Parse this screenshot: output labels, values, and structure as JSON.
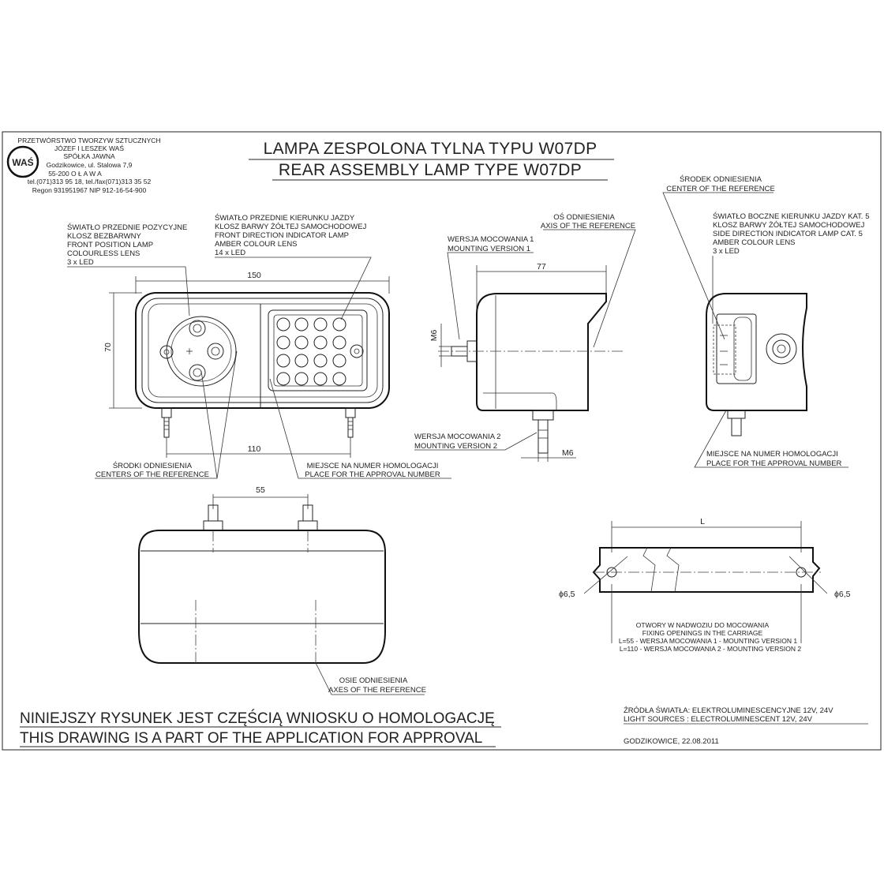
{
  "company": {
    "line1": "PRZETWÓRSTWO TWORZYW SZTUCZNYCH",
    "line2": "JÓZEF I LESZEK WAŚ",
    "line3": "SPÓŁKA JAWNA",
    "line4": "Godzikowice, ul. Stalowa 7,9",
    "line5": "55-200   O Ł A W A",
    "line6": "tel.(071)313 95 18, tel./fax(071)313 35 52",
    "line7": "Regon 931951967 NIP 912-16-54-900",
    "logo_text": "WAŚ"
  },
  "title": {
    "pl": "LAMPA ZESPOLONA TYLNA  TYPU W07DP",
    "en": "REAR ASSEMBLY LAMP TYPE W07DP"
  },
  "front_view": {
    "position_lamp": [
      "ŚWIATŁO PRZEDNIE POZYCYJNE",
      "KLOSZ BEZBARWNY",
      "FRONT POSITION LAMP",
      "COLOURLESS LENS",
      "3 x LED"
    ],
    "indicator_lamp": [
      "ŚWIATŁO PRZEDNIE KIERUNKU JAZDY",
      "KLOSZ BARWY ŻÓŁTEJ SAMOCHODOWEJ",
      "FRONT DIRECTION INDICATOR LAMP",
      "AMBER COLOUR LENS",
      "14 x LED"
    ],
    "dim_width": "150",
    "dim_height": "70",
    "dim_studs": "110",
    "centers_ref": [
      "ŚRODKI ODNIESIENIA",
      "CENTERS OF THE REFERENCE"
    ],
    "approval_place": [
      "MIEJSCE NA NUMER HOMOLOGACJI",
      "PLACE FOR THE APPROVAL NUMBER"
    ]
  },
  "side_view": {
    "axis_ref": [
      "OŚ ODNIESIENIA",
      "AXIS OF THE REFERENCE"
    ],
    "mount_v1": [
      "WERSJA MOCOWANIA 1",
      "MOUNTING VERSION 1"
    ],
    "mount_v2": [
      "WERSJA MOCOWANIA 2",
      "MOUNTING VERSION 2"
    ],
    "dim_depth": "77",
    "thread_m6_a": "M6",
    "thread_m6_b": "M6"
  },
  "right_view": {
    "center_ref": [
      "ŚRODEK ODNIESIENIA",
      "CENTER OF THE REFERENCE"
    ],
    "side_indicator": [
      "ŚWIATŁO BOCZNE KIERUNKU JAZDY KAT. 5",
      "KLOSZ BARWY ŻÓŁTEJ SAMOCHODOWEJ",
      "SIDE DIRECTION INDICATOR LAMP CAT. 5",
      "AMBER COLOUR LENS",
      "3 x LED"
    ],
    "approval_place": [
      "MIEJSCE NA NUMER HOMOLOGACJI",
      "PLACE FOR THE APPROVAL NUMBER"
    ]
  },
  "top_view": {
    "dim_studs": "55",
    "axes_ref": [
      "OSIE ODNIESIENIA",
      "AXES OF THE REFERENCE"
    ]
  },
  "holes_view": {
    "dim_l": "L",
    "hole_left": "ϕ6,5",
    "hole_right": "ϕ6,5",
    "notes": [
      "OTWORY W NADWOZIU DO MOCOWANIA",
      "FIXING OPENINGS IN THE CARRIAGE",
      "L=55 - WERSJA MOCOWANIA 1 - MOUNTING VERSION 1",
      "L=110 - WERSJA MOCOWANIA 2 - MOUNTING VERSION 2"
    ]
  },
  "footer": {
    "statement_pl": "NINIEJSZY RYSUNEK JEST CZĘŚCIĄ WNIOSKU O  HOMOLOGACJĘ",
    "statement_en": "THIS DRAWING IS A PART OF THE APPLICATION FOR  APPROVAL",
    "light_sources_pl": "ŹRÓDŁA ŚWIATŁA: ELEKTROLUMINESCENCYJNE  12V, 24V",
    "light_sources_en": "LIGHT SOURCES : ELECTROLUMINESCENT  12V, 24V",
    "place_date": "GODZIKOWICE,  22.08.2011"
  }
}
